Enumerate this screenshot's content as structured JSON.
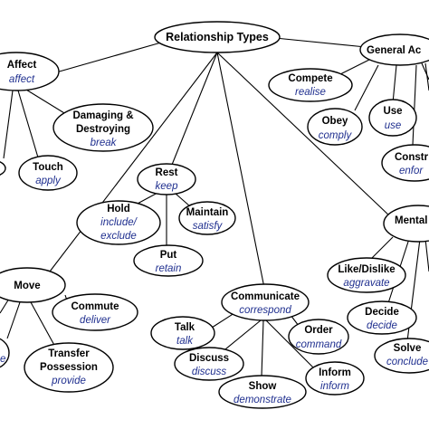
{
  "diagram": {
    "root": {
      "label": "Relationship Types"
    },
    "nodes": {
      "general": {
        "label": "General Ac",
        "example": ""
      },
      "compete": {
        "label": "Compete",
        "example": "realise"
      },
      "obey": {
        "label": "Obey",
        "example": "comply"
      },
      "use": {
        "label": "Use",
        "example": "use"
      },
      "construct": {
        "label": "Constr",
        "example": "enfor"
      },
      "mental": {
        "label": "Mental",
        "example": ""
      },
      "likedislike": {
        "label": "Like/Dislike",
        "example": "aggravate"
      },
      "decide": {
        "label": "Decide",
        "example": "decide"
      },
      "solve": {
        "label": "Solve",
        "example": "conclude"
      },
      "affect": {
        "label": "Affect",
        "example": "affect"
      },
      "damaging": {
        "label": "Damaging &",
        "label2": "Destroying",
        "example": "break"
      },
      "touch": {
        "label": "Touch",
        "example": "apply"
      },
      "rest": {
        "label": "Rest",
        "example": "keep"
      },
      "hold": {
        "label": "Hold",
        "example": "include/",
        "example2": "exclude"
      },
      "maintain": {
        "label": "Maintain",
        "example": "satisfy"
      },
      "put": {
        "label": "Put",
        "example": "retain"
      },
      "move": {
        "label": "Move",
        "example": ""
      },
      "commute": {
        "label": "Commute",
        "example": "deliver"
      },
      "leftpartial": {
        "label": "",
        "example": "e"
      },
      "transfer": {
        "label": "Transfer",
        "label2": "Possession",
        "example": "provide"
      },
      "communicate": {
        "label": "Communicate",
        "example": "correspond"
      },
      "talk": {
        "label": "Talk",
        "example": "talk"
      },
      "order": {
        "label": "Order",
        "example": "command"
      },
      "discuss": {
        "label": "Discuss",
        "example": "discuss"
      },
      "inform": {
        "label": "Inform",
        "example": "inform"
      },
      "show": {
        "label": "Show",
        "example": "demonstrate"
      }
    }
  }
}
